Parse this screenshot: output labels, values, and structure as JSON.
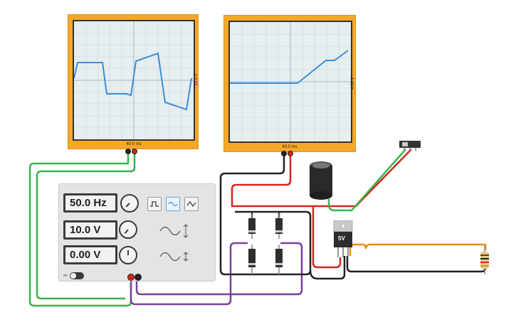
{
  "oscilloscope_1": {
    "time_per_div": "40.0 ms",
    "volts_per_div": "10.0 V"
  },
  "oscilloscope_2": {
    "time_per_div": "40.0 ms",
    "volts_per_div": "4.00 V"
  },
  "function_generator": {
    "frequency": "50.0 Hz",
    "amplitude": "10.0 V",
    "dc_offset": "0.00 V",
    "power_label": "on",
    "waveforms": [
      "square-wave-icon",
      "sine-wave-icon",
      "triangle-wave-icon"
    ],
    "selected_waveform": "sine-wave-icon"
  },
  "voltage_regulator": {
    "label": "5V"
  },
  "colors": {
    "oscilloscope_body": "#f5a828",
    "trace": "#3a8fd6",
    "wire_green": "#3cb44a",
    "wire_red": "#d7261e",
    "wire_black": "#222222",
    "wire_purple": "#7b3fa0",
    "wire_orange": "#e58a1f"
  }
}
